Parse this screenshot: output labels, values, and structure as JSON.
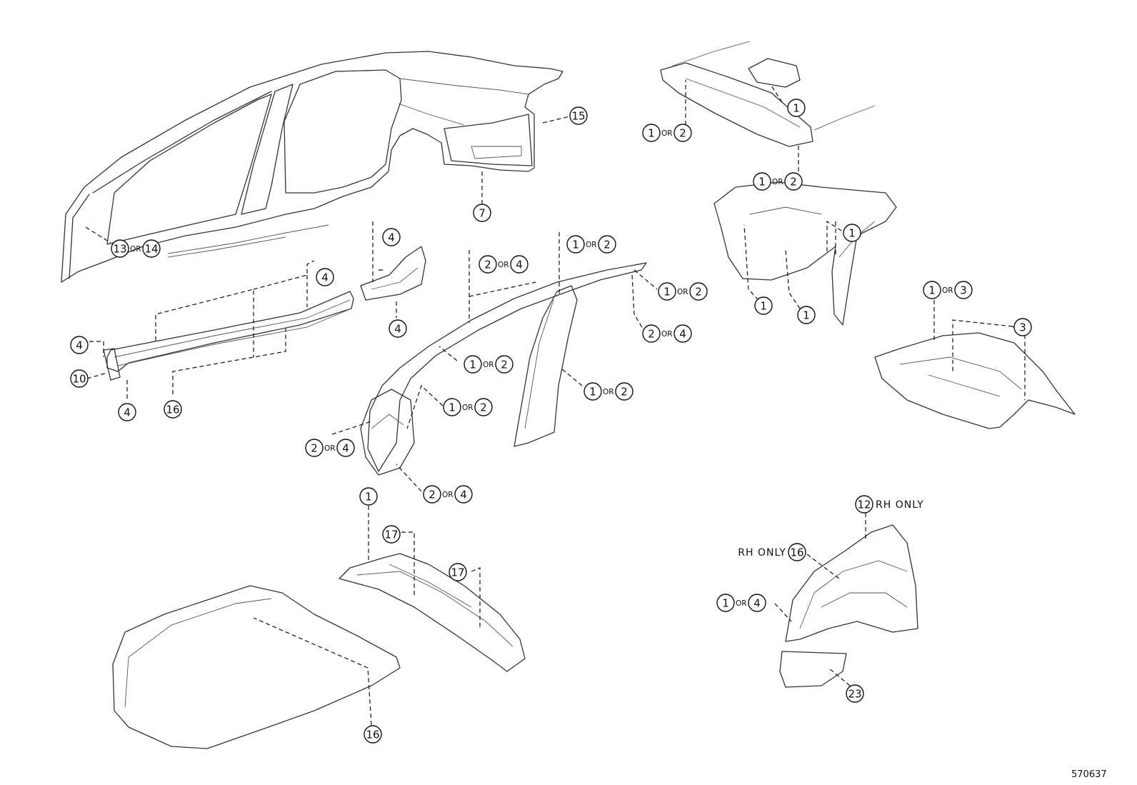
{
  "diagram_id": "570637",
  "or_text": "OR",
  "callouts": [
    {
      "id": "c15",
      "nums": [
        "15"
      ]
    },
    {
      "id": "c7",
      "nums": [
        "7"
      ]
    },
    {
      "id": "c13or14",
      "nums": [
        "13",
        "14"
      ]
    },
    {
      "id": "c4-rocker-top",
      "nums": [
        "4"
      ]
    },
    {
      "id": "c4-rocker-left",
      "nums": [
        "4"
      ]
    },
    {
      "id": "c10",
      "nums": [
        "10"
      ]
    },
    {
      "id": "c4-rocker-bottom",
      "nums": [
        "4"
      ]
    },
    {
      "id": "c16-rocker",
      "nums": [
        "16"
      ]
    },
    {
      "id": "c4-pillar-top",
      "nums": [
        "4"
      ]
    },
    {
      "id": "c4-pillar-bottom",
      "nums": [
        "4"
      ]
    },
    {
      "id": "c2or4-roofrail",
      "nums": [
        "2",
        "4"
      ]
    },
    {
      "id": "c1or2-roofrail",
      "nums": [
        "1",
        "2"
      ]
    },
    {
      "id": "c1or2-rail-right",
      "nums": [
        "1",
        "2"
      ]
    },
    {
      "id": "c2or4-rail-right",
      "nums": [
        "2",
        "4"
      ]
    },
    {
      "id": "c1or2-apillar",
      "nums": [
        "1",
        "2"
      ]
    },
    {
      "id": "c1or2-bpillar",
      "nums": [
        "1",
        "2"
      ]
    },
    {
      "id": "c1or2-apillar-lower",
      "nums": [
        "1",
        "2"
      ]
    },
    {
      "id": "c2or4-apillar-left",
      "nums": [
        "2",
        "4"
      ]
    },
    {
      "id": "c2or4-apillar-bottom",
      "nums": [
        "2",
        "4"
      ]
    },
    {
      "id": "c1-roof",
      "nums": [
        "1"
      ]
    },
    {
      "id": "c1or2-roof-left",
      "nums": [
        "1",
        "2"
      ]
    },
    {
      "id": "c1or2-roof-bottom",
      "nums": [
        "1",
        "2"
      ]
    },
    {
      "id": "c1-rearpanel-top",
      "nums": [
        "1"
      ]
    },
    {
      "id": "c1-rearpanel-left",
      "nums": [
        "1"
      ]
    },
    {
      "id": "c1-rearpanel-mid",
      "nums": [
        "1"
      ]
    },
    {
      "id": "c1or3-floor",
      "nums": [
        "1",
        "3"
      ]
    },
    {
      "id": "c3-floor",
      "nums": [
        "3"
      ]
    },
    {
      "id": "c1-cowl",
      "nums": [
        "1"
      ]
    },
    {
      "id": "c17-cowl-left",
      "nums": [
        "17"
      ]
    },
    {
      "id": "c17-cowl-right",
      "nums": [
        "17"
      ]
    },
    {
      "id": "c16-hood",
      "nums": [
        "16"
      ]
    },
    {
      "id": "c12-apron",
      "nums": [
        "12"
      ],
      "note": "RH ONLY"
    },
    {
      "id": "c16-apron",
      "nums": [
        "16"
      ],
      "note_before": "RH ONLY"
    },
    {
      "id": "c1or4-apron",
      "nums": [
        "1",
        "4"
      ]
    },
    {
      "id": "c23",
      "nums": [
        "23"
      ]
    }
  ]
}
